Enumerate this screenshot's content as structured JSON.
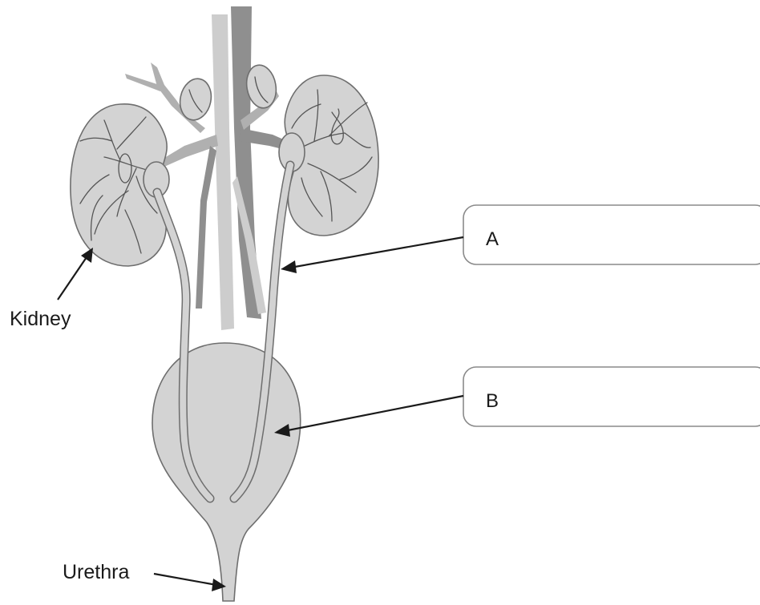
{
  "labels": {
    "kidney": "Kidney",
    "urethra": "Urethra"
  },
  "answer_boxes": [
    {
      "letter": "A"
    },
    {
      "letter": "B"
    }
  ],
  "colors": {
    "organ_fill": "#d3d3d3",
    "vessel_dark": "#8f8f8f",
    "outline": "#6e6e6e"
  }
}
